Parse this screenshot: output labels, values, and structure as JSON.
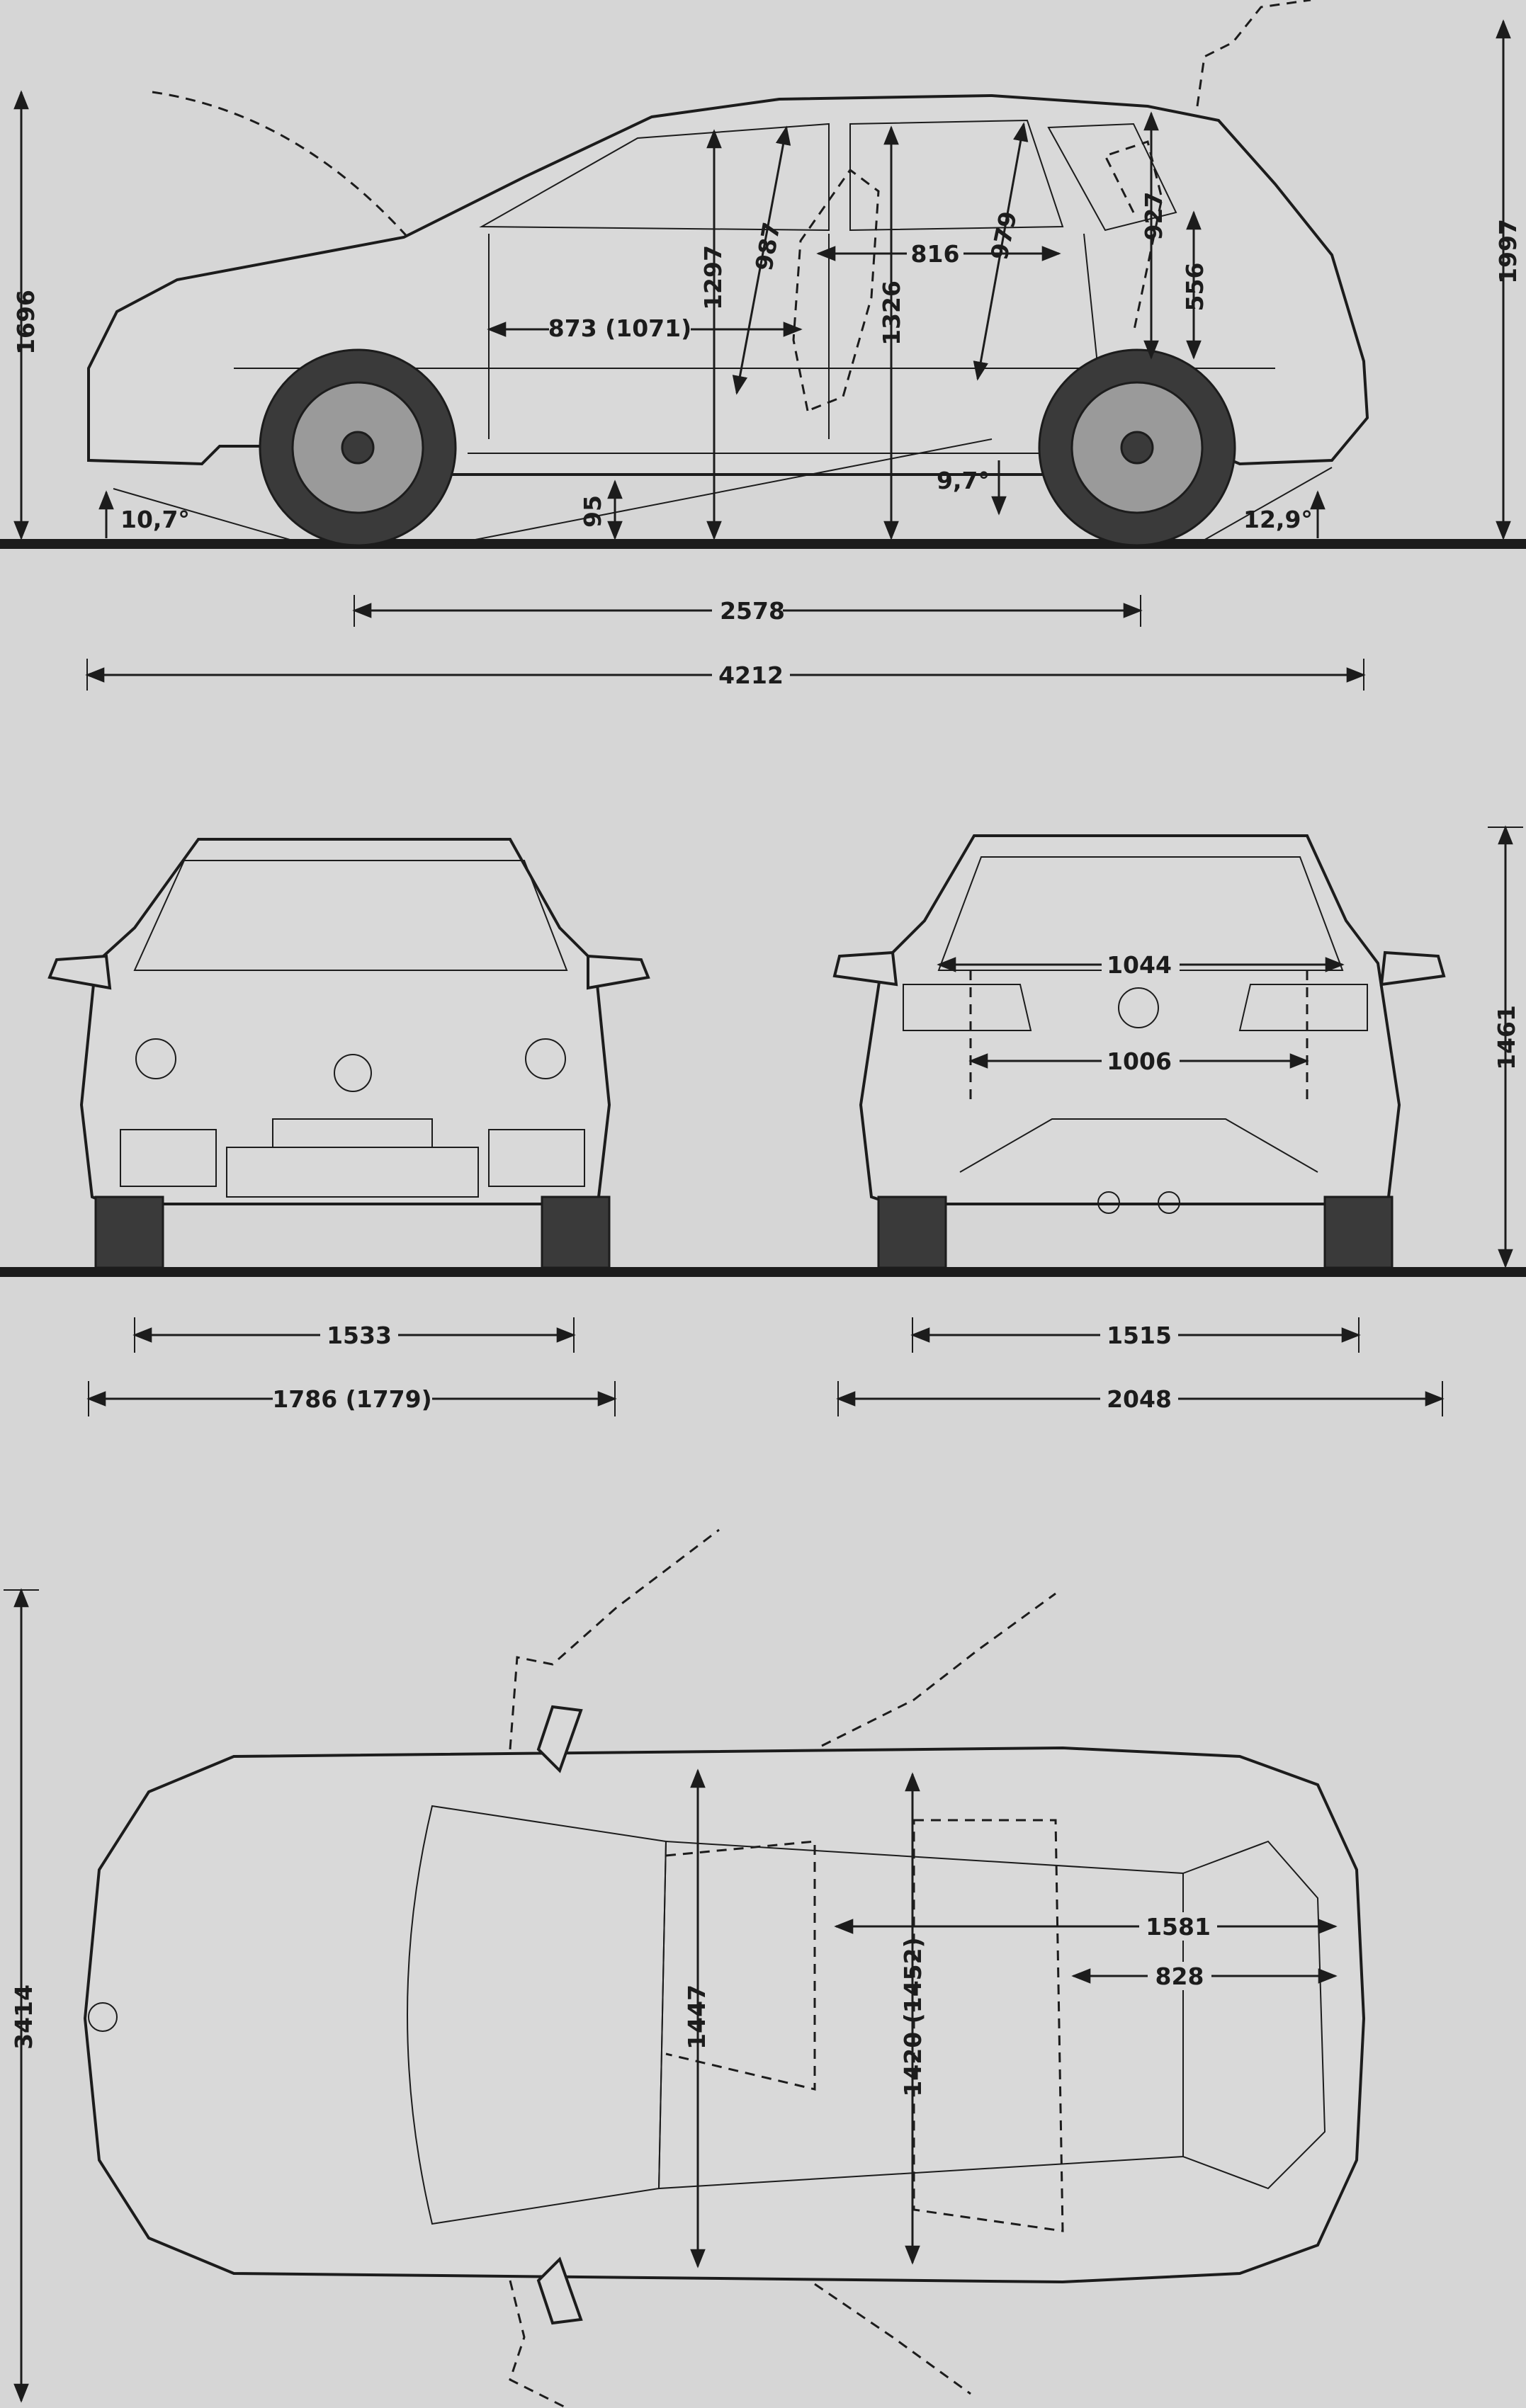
{
  "dimensions": {
    "side_height": "1696",
    "side_height_mirror": "1997",
    "approach_angle": "10,7°",
    "ground_clearance": "95",
    "front_legroom": "873 (1071)",
    "front_headroom": "1297",
    "front_seat_height": "987",
    "interior_height": "1326",
    "rear_seat_spacing": "816",
    "rear_headroom": "979",
    "trunk_opening_height": "927",
    "loading_edge_height": "556",
    "ramp_angle": "9,7°",
    "departure_angle": "12,9°",
    "wheelbase": "2578",
    "overall_length": "4212",
    "front_track": "1533",
    "width": "1786 (1779)",
    "rear_track": "1515",
    "width_with_mirrors": "2048",
    "rear_opening_width_top": "1044",
    "rear_opening_width_bottom": "1006",
    "height": "1461",
    "doors_open_width": "3414",
    "front_shoulder_width": "1447",
    "rear_shoulder_width": "1420 (1452)",
    "cargo_length": "1581",
    "cargo_length_short": "828"
  },
  "colors": {
    "background": "#d6d6d6",
    "line": "#1c1c1c",
    "tyre": "#3a3a3a"
  }
}
